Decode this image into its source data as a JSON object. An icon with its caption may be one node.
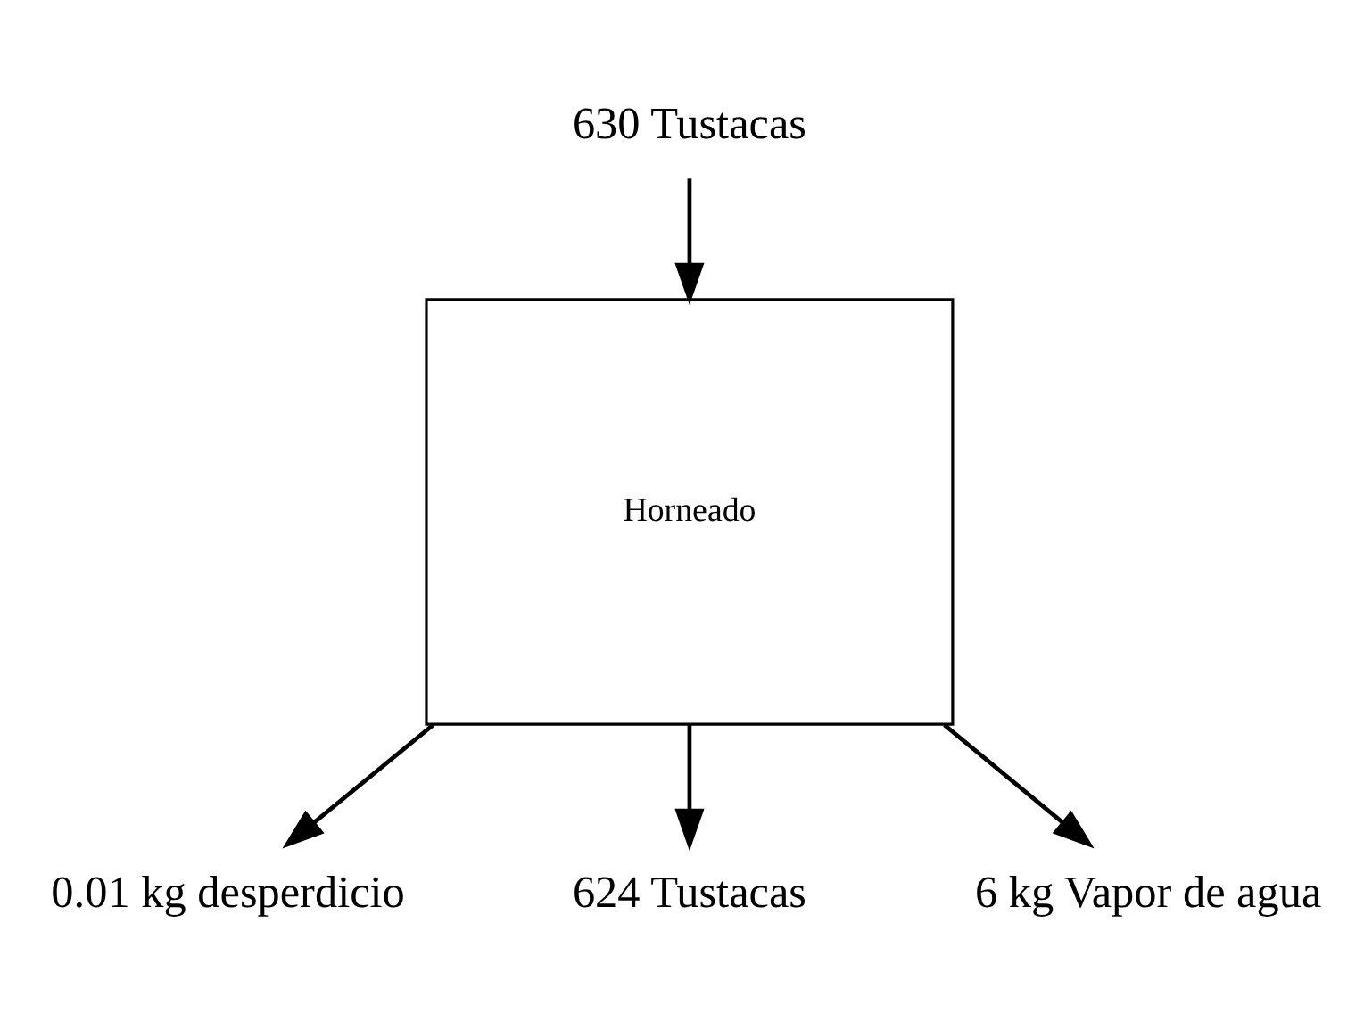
{
  "diagram": {
    "nodes": [
      {
        "text": [
          "630 Tustacas"
        ]
      },
      {
        "text": [
          "Horneado"
        ]
      },
      {
        "text": [
          "0.01 kg desperdicio"
        ]
      },
      {
        "text": [
          "624 Tustacas"
        ]
      },
      {
        "text": [
          "6 kg Vapor de agua"
        ]
      }
    ],
    "edges": [
      {
        "from": 0,
        "to": 1,
        "arrow": "to"
      },
      {
        "from": 1,
        "to": 2,
        "arrow": "to"
      },
      {
        "from": 1,
        "to": 3,
        "arrow": "to"
      },
      {
        "from": 1,
        "to": 4,
        "arrow": "to"
      }
    ]
  }
}
